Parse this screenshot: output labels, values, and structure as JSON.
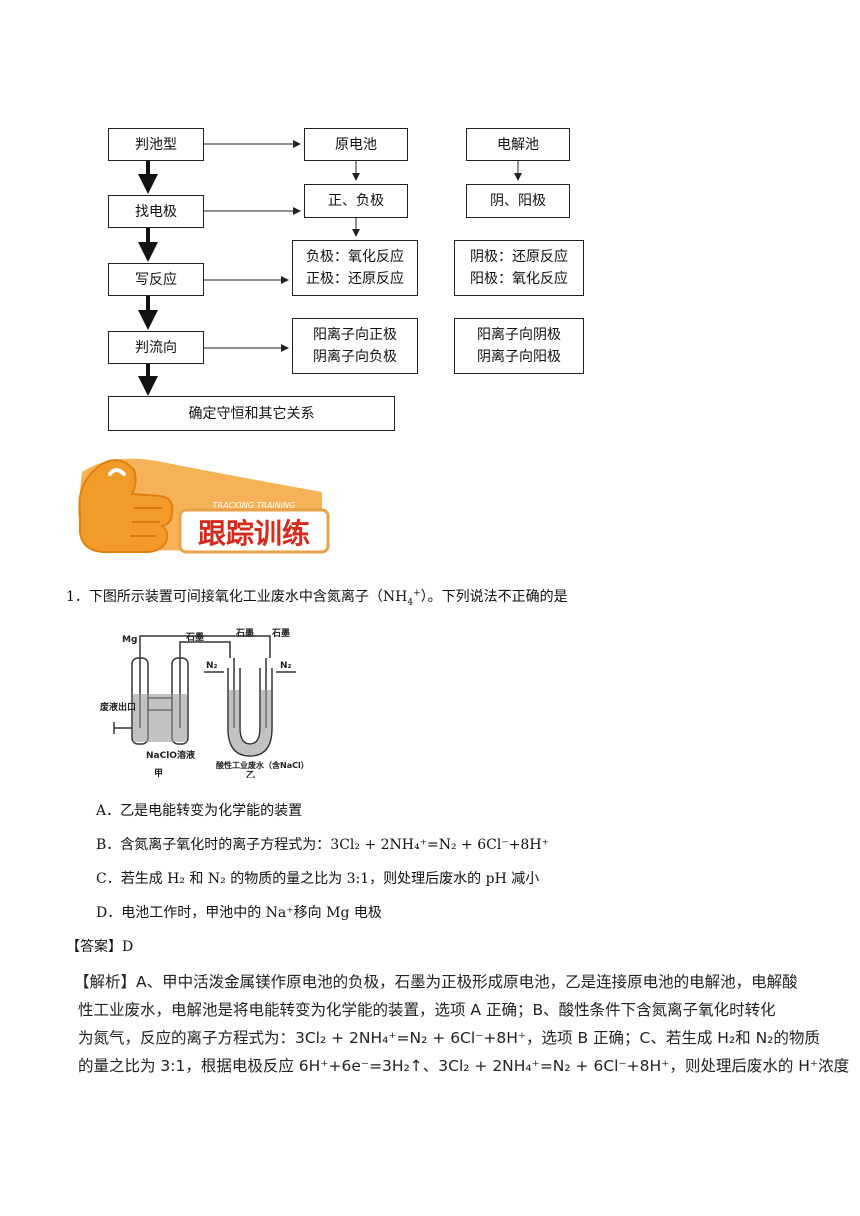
{
  "flowchart": {
    "left": [
      "判池型",
      "找电极",
      "写反应",
      "判流向"
    ],
    "bottom": "确定守恒和其它关系",
    "galvanic": {
      "type": "原电池",
      "electrode": "正、负极",
      "reaction": [
        "负极：氧化反应",
        "正极：还原反应"
      ],
      "flow": [
        "阳离子向正极",
        "阴离子向负极"
      ]
    },
    "electrolytic": {
      "type": "电解池",
      "electrode": "阴、阳极",
      "reaction": [
        "阴极：还原反应",
        "阳极：氧化反应"
      ],
      "flow": [
        "阳离子向阴极",
        "阴离子向阳极"
      ]
    }
  },
  "banner": {
    "title": "跟踪训练",
    "subtitle": "TRACKING TRAINING"
  },
  "question": {
    "stem": "1．下图所示装置可间接氧化工业废水中含氮离子（NH",
    "stem_sub": "4",
    "stem_sup": "+",
    "stem_end": "）。下列说法不正确的是",
    "figure_labels": {
      "mg": "Mg",
      "graphite1": "石墨",
      "graphite2": "石墨",
      "graphite3": "石墨",
      "n2_left": "N₂",
      "n2_right": "N₂",
      "outlet": "废液出口",
      "naclo": "NaClO溶液",
      "wastewater": "酸性工业废水（含NaCl）",
      "jia": "甲",
      "yi": "乙"
    },
    "options": {
      "A": "A．乙是电能转变为化学能的装置",
      "B": "B．含氮离子氧化时的离子方程式为：3Cl₂ + 2NH₄⁺=N₂ + 6Cl⁻+8H⁺",
      "C": "C．若生成 H₂ 和 N₂ 的物质的量之比为 3:1，则处理后废水的 pH 减小",
      "D": "D．电池工作时，甲池中的 Na⁺移向 Mg 电极"
    },
    "answer": "【答案】D",
    "analysis": [
      "【解析】A、甲中活泼金属镁作原电池的负极，石墨为正极形成原电池，乙是连接原电池的电解池，电解酸",
      "性工业废水，电解池是将电能转变为化学能的装置，选项 A 正确；B、酸性条件下含氮离子氧化时转化",
      "为氮气，反应的离子方程式为：3Cl₂ + 2NH₄⁺=N₂ + 6Cl⁻+8H⁺，选项 B 正确；C、若生成 H₂和 N₂的物质",
      "的量之比为 3:1，根据电极反应 6H⁺+6e⁻=3H₂↑、3Cl₂ + 2NH₄⁺=N₂ + 6Cl⁻+8H⁺，则处理后废水的 H⁺浓度"
    ]
  }
}
